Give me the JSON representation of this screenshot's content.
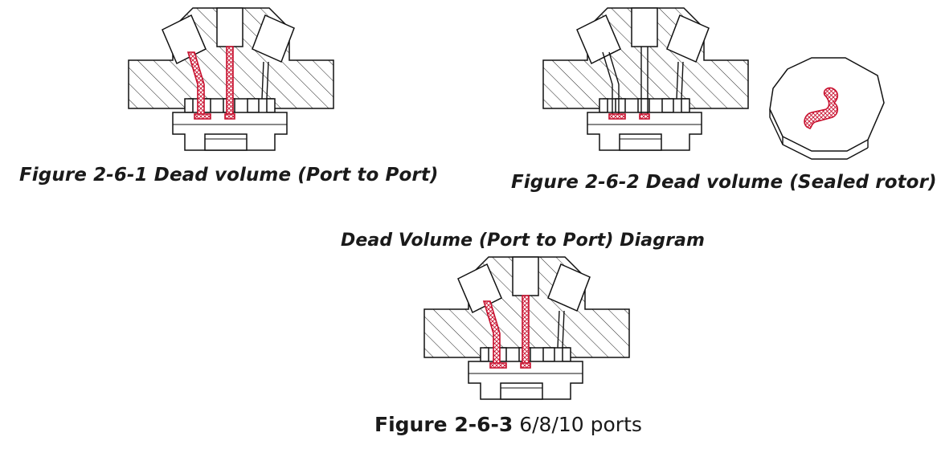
{
  "captions": {
    "fig1": "Figure 2-6-1 Dead volume (Port to Port)",
    "fig2": "Figure 2-6-2 Dead volume (Sealed rotor)",
    "middle": "Dead Volume (Port to Port) Diagram",
    "fig3_bold": "Figure 2-6-3",
    "fig3_rest": " 6/8/10 ports"
  },
  "colors": {
    "highlight": "#c8102e",
    "outline": "#111111"
  }
}
